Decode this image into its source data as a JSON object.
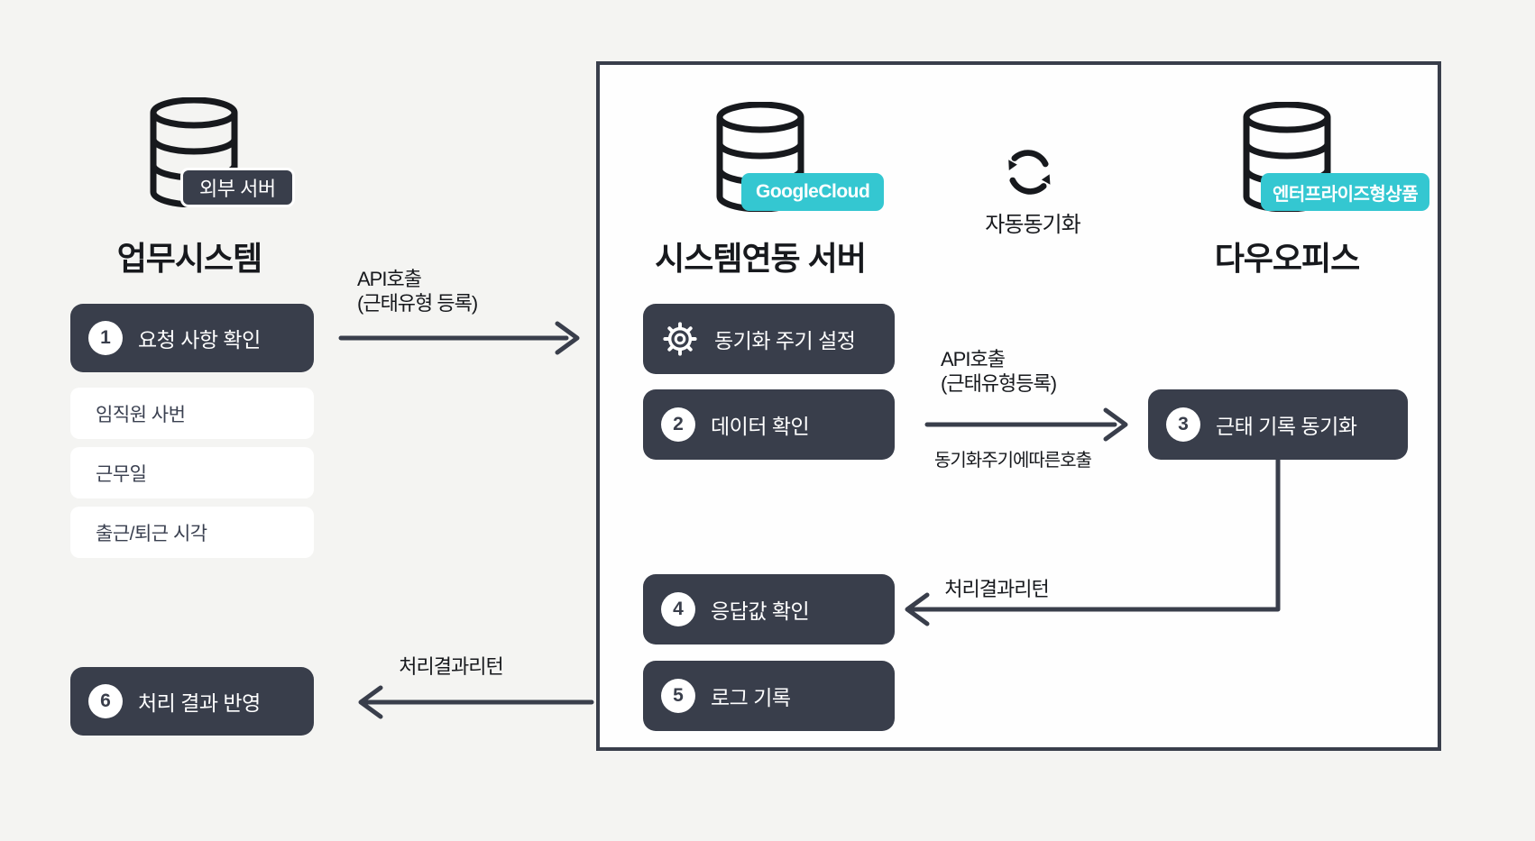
{
  "colors": {
    "background": "#F4F4F2",
    "dark": "#393E4B",
    "teal": "#34C7D1",
    "ink": "#17191D"
  },
  "external_system": {
    "server_badge": "외부 서버",
    "title": "업무시스템",
    "step1": {
      "num": "1",
      "label": "요청 사항 확인"
    },
    "data_fields": [
      "임직원 사번",
      "근무일",
      "출근/퇴근 시각"
    ],
    "step6": {
      "num": "6",
      "label": "처리 결과 반영"
    }
  },
  "integration_box": {
    "sync_server": {
      "badge": "GoogleCloud",
      "title": "시스템연동 서버"
    },
    "auto_sync": {
      "label": "자동동기화"
    },
    "daou_office": {
      "badge": "엔터프라이즈형상품",
      "title": "다우오피스"
    },
    "sync_setting": {
      "label": "동기화 주기 설정"
    },
    "step2": {
      "num": "2",
      "label": "데이터 확인"
    },
    "step3": {
      "num": "3",
      "label": "근태 기록 동기화"
    },
    "step4": {
      "num": "4",
      "label": "응답값 확인"
    },
    "step5": {
      "num": "5",
      "label": "로그 기록"
    }
  },
  "arrows": {
    "request_call": {
      "line1": "API호출",
      "line2": "(근태유형 등록)"
    },
    "sync_call": {
      "line1": "API호출",
      "line2": "(근태유형등록)",
      "below": "동기화주기에따른호출"
    },
    "inner_return": {
      "label": "처리결과리턴"
    },
    "outer_return": {
      "label": "처리결과리턴"
    }
  }
}
